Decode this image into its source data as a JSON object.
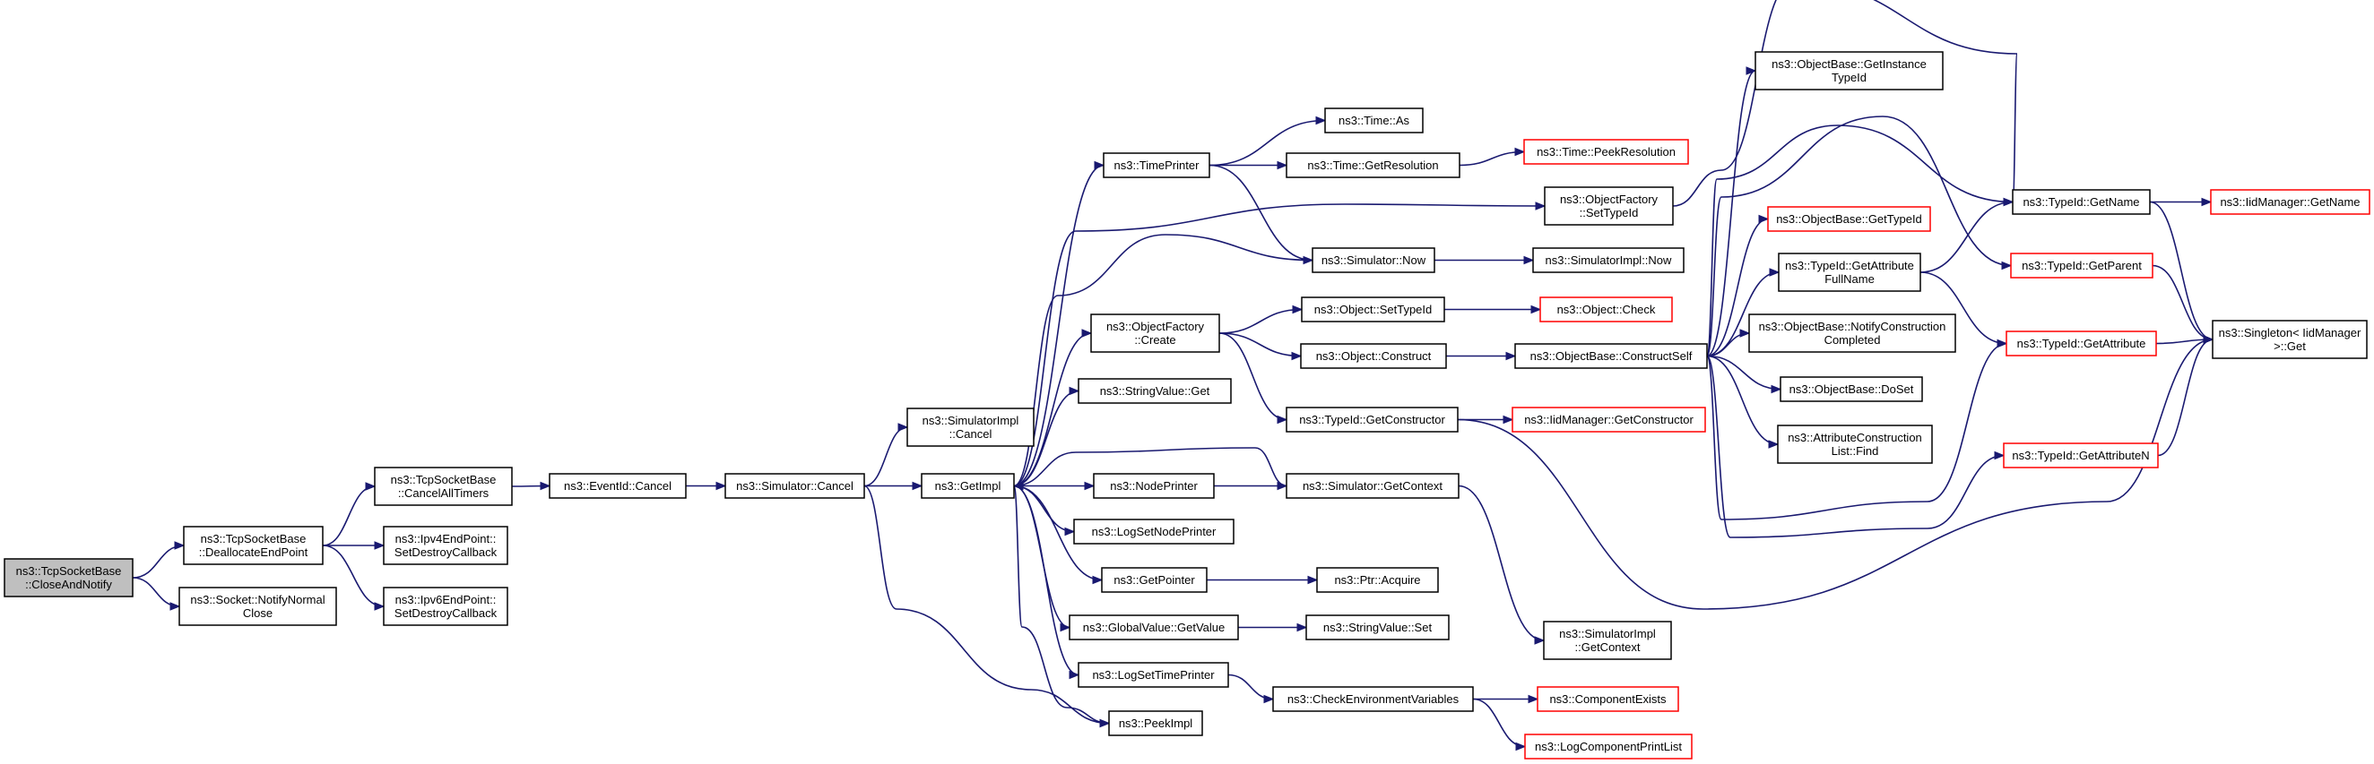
{
  "title": "",
  "colors": {
    "edge": "#191970",
    "root_fill": "#bfbfbf",
    "node_border": "#000000",
    "external_border": "#ff0000"
  },
  "nodes": [
    {
      "id": "closeAndNotify",
      "lines": [
        "ns3::TcpSocketBase",
        "::CloseAndNotify"
      ],
      "style": "root"
    },
    {
      "id": "deallocateEndPoint",
      "lines": [
        "ns3::TcpSocketBase",
        "::DeallocateEndPoint"
      ],
      "style": "normal"
    },
    {
      "id": "notifyNormalClose",
      "lines": [
        "ns3::Socket::NotifyNormal",
        "Close"
      ],
      "style": "normal"
    },
    {
      "id": "cancelAllTimers",
      "lines": [
        "ns3::TcpSocketBase",
        "::CancelAllTimers"
      ],
      "style": "normal"
    },
    {
      "id": "ipv4SetDestroy",
      "lines": [
        "ns3::Ipv4EndPoint::",
        "SetDestroyCallback"
      ],
      "style": "normal"
    },
    {
      "id": "ipv6SetDestroy",
      "lines": [
        "ns3::Ipv6EndPoint::",
        "SetDestroyCallback"
      ],
      "style": "normal"
    },
    {
      "id": "eventIdCancel",
      "lines": [
        "ns3::EventId::Cancel"
      ],
      "style": "normal"
    },
    {
      "id": "simulatorCancel",
      "lines": [
        "ns3::Simulator::Cancel"
      ],
      "style": "normal"
    },
    {
      "id": "simImplCancel",
      "lines": [
        "ns3::SimulatorImpl",
        "::Cancel"
      ],
      "style": "normal"
    },
    {
      "id": "getImpl",
      "lines": [
        "ns3::GetImpl"
      ],
      "style": "normal"
    },
    {
      "id": "peekImpl",
      "lines": [
        "ns3::PeekImpl"
      ],
      "style": "normal"
    },
    {
      "id": "timePrinter",
      "lines": [
        "ns3::TimePrinter"
      ],
      "style": "normal"
    },
    {
      "id": "objFactoryCreate",
      "lines": [
        "ns3::ObjectFactory",
        "::Create"
      ],
      "style": "normal"
    },
    {
      "id": "stringValueGet",
      "lines": [
        "ns3::StringValue::Get"
      ],
      "style": "normal"
    },
    {
      "id": "nodePrinter",
      "lines": [
        "ns3::NodePrinter"
      ],
      "style": "normal"
    },
    {
      "id": "logSetNodePrinter",
      "lines": [
        "ns3::LogSetNodePrinter"
      ],
      "style": "normal"
    },
    {
      "id": "getPointer",
      "lines": [
        "ns3::GetPointer"
      ],
      "style": "normal"
    },
    {
      "id": "globalValueGetValue",
      "lines": [
        "ns3::GlobalValue::GetValue"
      ],
      "style": "normal"
    },
    {
      "id": "logSetTimePrinter",
      "lines": [
        "ns3::LogSetTimePrinter"
      ],
      "style": "normal"
    },
    {
      "id": "timeAs",
      "lines": [
        "ns3::Time::As"
      ],
      "style": "normal"
    },
    {
      "id": "timeGetResolution",
      "lines": [
        "ns3::Time::GetResolution"
      ],
      "style": "normal"
    },
    {
      "id": "timePeekResolution",
      "lines": [
        "ns3::Time::PeekResolution"
      ],
      "style": "external"
    },
    {
      "id": "objFactorySetTypeId",
      "lines": [
        "ns3::ObjectFactory",
        "::SetTypeId"
      ],
      "style": "normal"
    },
    {
      "id": "simulatorNow",
      "lines": [
        "ns3::Simulator::Now"
      ],
      "style": "normal"
    },
    {
      "id": "simImplNow",
      "lines": [
        "ns3::SimulatorImpl::Now"
      ],
      "style": "normal"
    },
    {
      "id": "objectSetTypeId",
      "lines": [
        "ns3::Object::SetTypeId"
      ],
      "style": "normal"
    },
    {
      "id": "objectCheck",
      "lines": [
        "ns3::Object::Check"
      ],
      "style": "external"
    },
    {
      "id": "objectConstruct",
      "lines": [
        "ns3::Object::Construct"
      ],
      "style": "normal"
    },
    {
      "id": "constructSelf",
      "lines": [
        "ns3::ObjectBase::ConstructSelf"
      ],
      "style": "normal"
    },
    {
      "id": "typeIdGetConstructor",
      "lines": [
        "ns3::TypeId::GetConstructor"
      ],
      "style": "normal"
    },
    {
      "id": "iidGetConstructor",
      "lines": [
        "ns3::IidManager::GetConstructor"
      ],
      "style": "external"
    },
    {
      "id": "simulatorGetContext",
      "lines": [
        "ns3::Simulator::GetContext"
      ],
      "style": "normal"
    },
    {
      "id": "simImplGetContext",
      "lines": [
        "ns3::SimulatorImpl",
        "::GetContext"
      ],
      "style": "normal"
    },
    {
      "id": "ptrAcquire",
      "lines": [
        "ns3::Ptr::Acquire"
      ],
      "style": "normal"
    },
    {
      "id": "stringValueSet",
      "lines": [
        "ns3::StringValue::Set"
      ],
      "style": "normal"
    },
    {
      "id": "checkEnvVars",
      "lines": [
        "ns3::CheckEnvironmentVariables"
      ],
      "style": "normal"
    },
    {
      "id": "componentExists",
      "lines": [
        "ns3::ComponentExists"
      ],
      "style": "external"
    },
    {
      "id": "logComponentPrintList",
      "lines": [
        "ns3::LogComponentPrintList"
      ],
      "style": "external"
    },
    {
      "id": "getInstanceTypeId",
      "lines": [
        "ns3::ObjectBase::GetInstance",
        "TypeId"
      ],
      "style": "normal"
    },
    {
      "id": "objectBaseGetTypeId",
      "lines": [
        "ns3::ObjectBase::GetTypeId"
      ],
      "style": "external"
    },
    {
      "id": "getAttributeFullName",
      "lines": [
        "ns3::TypeId::GetAttribute",
        "FullName"
      ],
      "style": "normal"
    },
    {
      "id": "notifyConstructionCompleted",
      "lines": [
        "ns3::ObjectBase::NotifyConstruction",
        "Completed"
      ],
      "style": "normal"
    },
    {
      "id": "objectBaseDoSet",
      "lines": [
        "ns3::ObjectBase::DoSet"
      ],
      "style": "normal"
    },
    {
      "id": "attrConstructionListFind",
      "lines": [
        "ns3::AttributeConstruction",
        "List::Find"
      ],
      "style": "normal"
    },
    {
      "id": "typeIdGetName",
      "lines": [
        "ns3::TypeId::GetName"
      ],
      "style": "normal"
    },
    {
      "id": "typeIdGetParent",
      "lines": [
        "ns3::TypeId::GetParent"
      ],
      "style": "external"
    },
    {
      "id": "typeIdGetAttribute",
      "lines": [
        "ns3::TypeId::GetAttribute"
      ],
      "style": "external"
    },
    {
      "id": "typeIdGetAttributeN",
      "lines": [
        "ns3::TypeId::GetAttributeN"
      ],
      "style": "external"
    },
    {
      "id": "iidGetName",
      "lines": [
        "ns3::IidManager::GetName"
      ],
      "style": "external"
    },
    {
      "id": "singletonGet",
      "lines": [
        "ns3::Singleton< IidManager",
        ">::Get"
      ],
      "style": "normal"
    }
  ],
  "edges": [
    [
      "closeAndNotify",
      "deallocateEndPoint"
    ],
    [
      "closeAndNotify",
      "notifyNormalClose"
    ],
    [
      "deallocateEndPoint",
      "cancelAllTimers"
    ],
    [
      "deallocateEndPoint",
      "ipv4SetDestroy"
    ],
    [
      "deallocateEndPoint",
      "ipv6SetDestroy"
    ],
    [
      "cancelAllTimers",
      "eventIdCancel"
    ],
    [
      "eventIdCancel",
      "simulatorCancel"
    ],
    [
      "simulatorCancel",
      "simImplCancel"
    ],
    [
      "simulatorCancel",
      "getImpl"
    ],
    [
      "simulatorCancel",
      "peekImpl"
    ],
    [
      "getImpl",
      "timePrinter"
    ],
    [
      "getImpl",
      "objFactoryCreate"
    ],
    [
      "getImpl",
      "stringValueGet"
    ],
    [
      "getImpl",
      "nodePrinter"
    ],
    [
      "getImpl",
      "logSetNodePrinter"
    ],
    [
      "getImpl",
      "getPointer"
    ],
    [
      "getImpl",
      "globalValueGetValue"
    ],
    [
      "getImpl",
      "logSetTimePrinter"
    ],
    [
      "getImpl",
      "peekImpl"
    ],
    [
      "getImpl",
      "objFactorySetTypeId"
    ],
    [
      "timePrinter",
      "timeAs"
    ],
    [
      "timePrinter",
      "timeGetResolution"
    ],
    [
      "timePrinter",
      "simulatorNow"
    ],
    [
      "timeGetResolution",
      "timePeekResolution"
    ],
    [
      "simulatorNow",
      "getImpl"
    ],
    [
      "simulatorNow",
      "simImplNow"
    ],
    [
      "objFactoryCreate",
      "objectSetTypeId"
    ],
    [
      "objFactoryCreate",
      "objectConstruct"
    ],
    [
      "objFactoryCreate",
      "typeIdGetConstructor"
    ],
    [
      "objectSetTypeId",
      "objectCheck"
    ],
    [
      "objectConstruct",
      "constructSelf"
    ],
    [
      "typeIdGetConstructor",
      "iidGetConstructor"
    ],
    [
      "typeIdGetConstructor",
      "singletonGet"
    ],
    [
      "nodePrinter",
      "simulatorGetContext"
    ],
    [
      "simulatorGetContext",
      "getImpl"
    ],
    [
      "simulatorGetContext",
      "simImplGetContext"
    ],
    [
      "getPointer",
      "ptrAcquire"
    ],
    [
      "globalValueGetValue",
      "stringValueSet"
    ],
    [
      "logSetTimePrinter",
      "checkEnvVars"
    ],
    [
      "checkEnvVars",
      "componentExists"
    ],
    [
      "checkEnvVars",
      "logComponentPrintList"
    ],
    [
      "objFactorySetTypeId",
      "typeIdGetName"
    ],
    [
      "constructSelf",
      "getInstanceTypeId"
    ],
    [
      "constructSelf",
      "objectBaseGetTypeId"
    ],
    [
      "constructSelf",
      "getAttributeFullName"
    ],
    [
      "constructSelf",
      "notifyConstructionCompleted"
    ],
    [
      "constructSelf",
      "objectBaseDoSet"
    ],
    [
      "constructSelf",
      "attrConstructionListFind"
    ],
    [
      "constructSelf",
      "typeIdGetName"
    ],
    [
      "constructSelf",
      "typeIdGetParent"
    ],
    [
      "constructSelf",
      "typeIdGetAttribute"
    ],
    [
      "constructSelf",
      "typeIdGetAttributeN"
    ],
    [
      "getAttributeFullName",
      "typeIdGetName"
    ],
    [
      "getAttributeFullName",
      "typeIdGetAttribute"
    ],
    [
      "typeIdGetName",
      "iidGetName"
    ],
    [
      "typeIdGetName",
      "singletonGet"
    ],
    [
      "typeIdGetParent",
      "singletonGet"
    ],
    [
      "typeIdGetAttribute",
      "singletonGet"
    ],
    [
      "typeIdGetAttributeN",
      "singletonGet"
    ]
  ]
}
